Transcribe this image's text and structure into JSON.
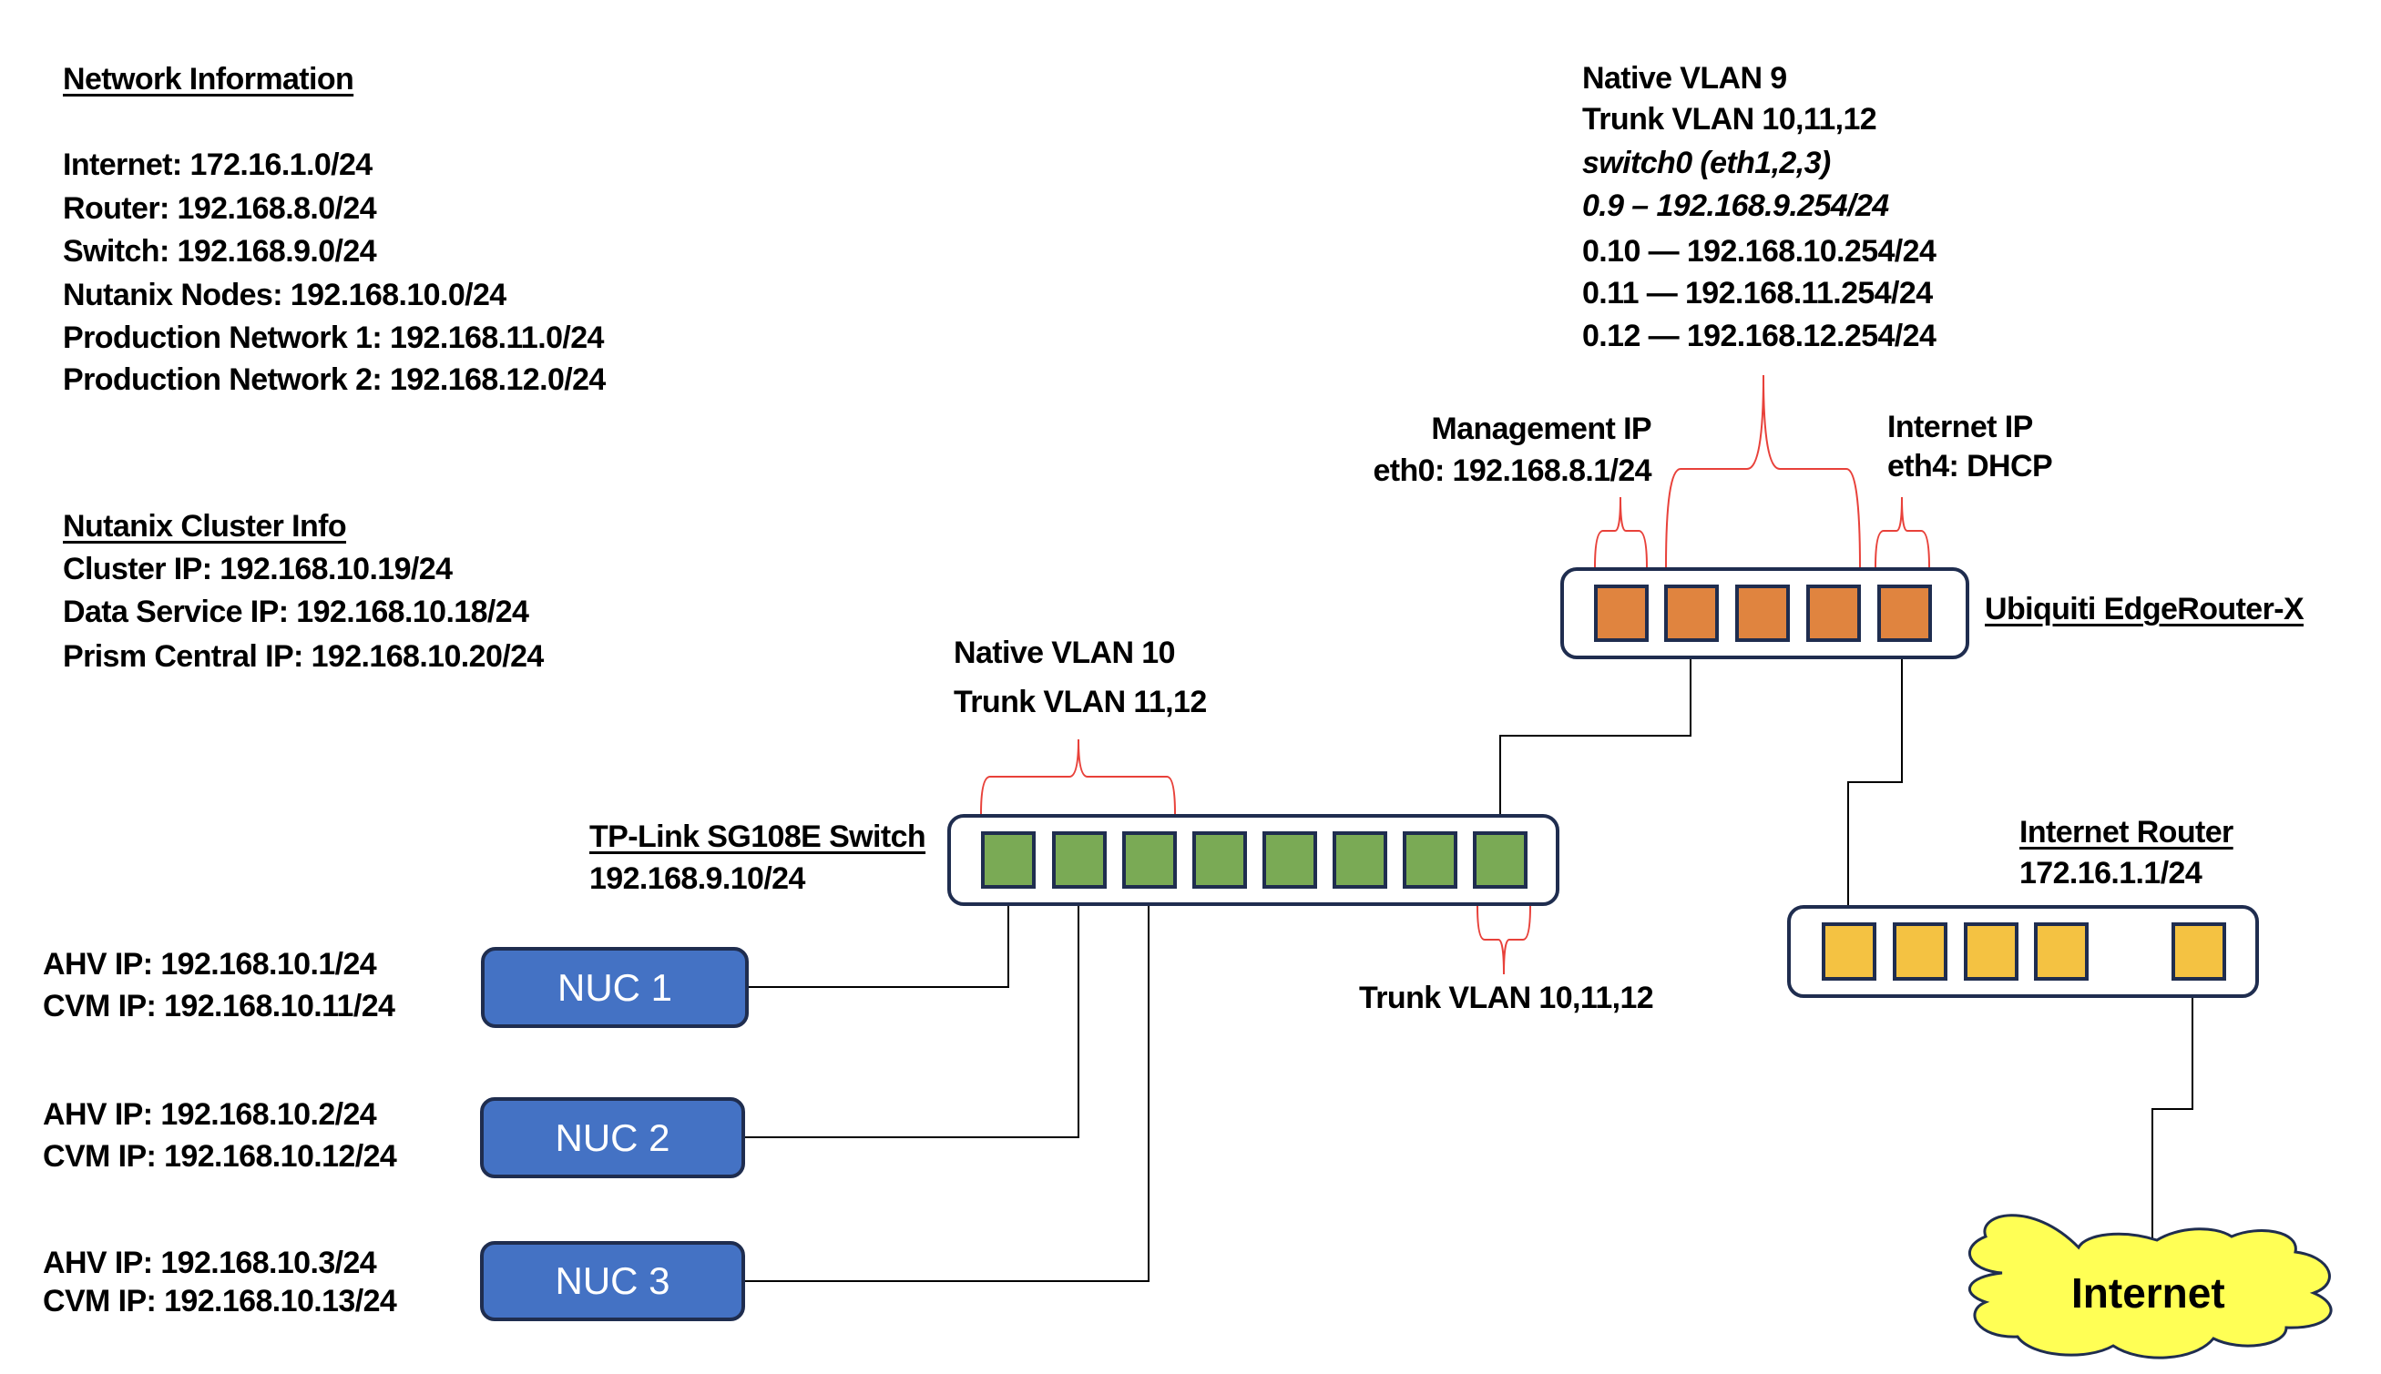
{
  "network_info": {
    "title": "Network Information",
    "lines": [
      "Internet: 172.16.1.0/24",
      "Router: 192.168.8.0/24",
      "Switch: 192.168.9.0/24",
      "Nutanix Nodes: 192.168.10.0/24",
      "Production Network 1: 192.168.11.0/24",
      "Production Network 2: 192.168.12.0/24"
    ]
  },
  "cluster_info": {
    "title": "Nutanix Cluster Info",
    "lines": [
      "Cluster IP: 192.168.10.19/24",
      "Data Service IP: 192.168.10.18/24",
      "Prism Central IP: 192.168.10.20/24"
    ]
  },
  "edge_router": {
    "name": "Ubiquiti EdgeRouter-X",
    "port_color": "#E0843F",
    "port_count": 5,
    "switch0_annotation": [
      {
        "text": "Native VLAN 9",
        "italic": false
      },
      {
        "text": "Trunk VLAN 10,11,12",
        "italic": false
      },
      {
        "text": "switch0 (eth1,2,3)",
        "italic": true
      },
      {
        "text": "0.9 – 192.168.9.254/24",
        "italic": true
      },
      {
        "text": "0.10 — 192.168.10.254/24",
        "italic": false
      },
      {
        "text": "0.11 — 192.168.11.254/24",
        "italic": false
      },
      {
        "text": "0.12 — 192.168.12.254/24",
        "italic": false
      }
    ],
    "management": {
      "title": "Management IP",
      "value": "eth0: 192.168.8.1/24"
    },
    "internet": {
      "title": "Internet IP",
      "value": "eth4: DHCP"
    }
  },
  "switch": {
    "name": "TP-Link SG108E Switch",
    "ip": "192.168.9.10/24",
    "port_color": "#7AAA55",
    "port_count": 8,
    "access_annotation": [
      "Native VLAN 10",
      "Trunk VLAN 11,12"
    ],
    "uplink_annotation": "Trunk VLAN 10,11,12"
  },
  "internet_router": {
    "name": "Internet Router",
    "ip": "172.16.1.1/24",
    "port_color": "#F4C242",
    "port_count": 5
  },
  "internet_cloud": {
    "label": "Internet",
    "color": "#FFFF55"
  },
  "nucs": [
    {
      "label": "NUC 1",
      "ahv": "AHV IP: 192.168.10.1/24",
      "cvm": "CVM IP: 192.168.10.11/24"
    },
    {
      "label": "NUC 2",
      "ahv": "AHV IP: 192.168.10.2/24",
      "cvm": "CVM IP: 192.168.10.12/24"
    },
    {
      "label": "NUC 3",
      "ahv": "AHV IP: 192.168.10.3/24",
      "cvm": "CVM IP: 192.168.10.13/24"
    }
  ],
  "colors": {
    "nuc_fill": "#4472C4",
    "outline": "#1F2D4F",
    "brace": "#E8413A",
    "wire": "#000000"
  }
}
